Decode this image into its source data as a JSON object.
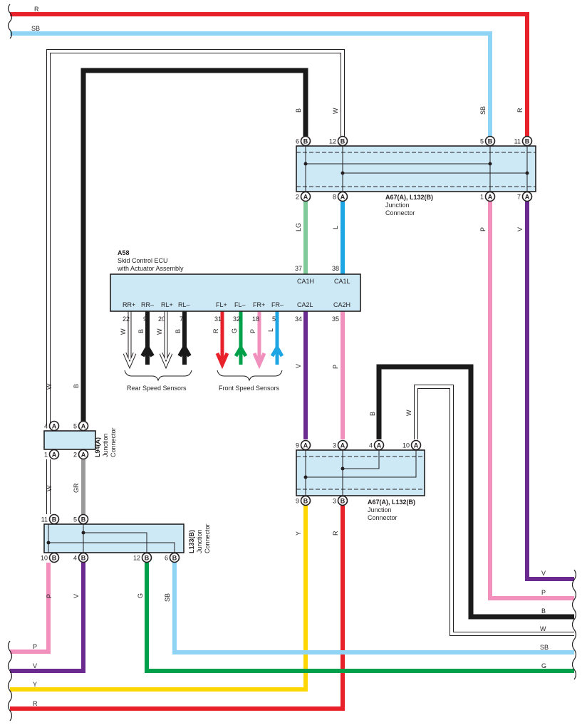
{
  "colors": {
    "R": "#e8202a",
    "SB": "#8fd4f4",
    "W": "#ffffff",
    "B": "#1a1a1a",
    "LG": "#7fc99a",
    "L": "#1ea6e4",
    "P": "#f18fbd",
    "V": "#6a2a90",
    "GR": "#9a9a9a",
    "Y": "#ffd600",
    "G": "#00a04a",
    "connector_fill": "#cde9f6",
    "outline": "#231f20"
  },
  "left_wires": {
    "top": [
      "R",
      "SB"
    ],
    "bottom": [
      "P",
      "V",
      "Y",
      "R"
    ]
  },
  "right_wires": [
    "V",
    "P",
    "B",
    "W",
    "SB",
    "G"
  ],
  "ecu": {
    "code": "A58",
    "line1": "Skid Control ECU",
    "line2": "with Actuator Assembly",
    "top_terminals": [
      {
        "name": "CA1H",
        "pin": "37"
      },
      {
        "name": "CA1L",
        "pin": "38"
      }
    ],
    "bottom_terminals": [
      {
        "name": "RR+",
        "pin": "22",
        "color": "W"
      },
      {
        "name": "RR–",
        "pin": "9",
        "color": "B"
      },
      {
        "name": "RL+",
        "pin": "20",
        "color": "W"
      },
      {
        "name": "RL–",
        "pin": "7",
        "color": "B"
      },
      {
        "name": "FL+",
        "pin": "31",
        "color": "R"
      },
      {
        "name": "FL–",
        "pin": "32",
        "color": "G"
      },
      {
        "name": "FR+",
        "pin": "18",
        "color": "P"
      },
      {
        "name": "FR–",
        "pin": "5",
        "color": "L"
      },
      {
        "name": "CA2L",
        "pin": "34",
        "color": "V"
      },
      {
        "name": "CA2H",
        "pin": "35",
        "color": "P"
      }
    ],
    "rear_label": "Rear Speed Sensors",
    "front_label": "Front Speed Sensors"
  },
  "jc_top": {
    "code": "A67(A), L132(B)",
    "line1": "Junction",
    "line2": "Connector",
    "top_pins": [
      {
        "pin": "6",
        "conn": "B",
        "color": "B"
      },
      {
        "pin": "12",
        "conn": "B",
        "color": "W"
      },
      {
        "pin": "5",
        "conn": "B",
        "color": "SB"
      },
      {
        "pin": "11",
        "conn": "B",
        "color": "R"
      }
    ],
    "bottom_pins": [
      {
        "pin": "2",
        "conn": "A",
        "color": "LG"
      },
      {
        "pin": "8",
        "conn": "A",
        "color": "L"
      },
      {
        "pin": "1",
        "conn": "A",
        "color": "P"
      },
      {
        "pin": "7",
        "conn": "A",
        "color": "V"
      }
    ]
  },
  "jc_mid": {
    "code": "A67(A), L132(B)",
    "line1": "Junction",
    "line2": "Connector",
    "top_pins": [
      {
        "pin": "9",
        "conn": "A"
      },
      {
        "pin": "3",
        "conn": "A"
      },
      {
        "pin": "4",
        "conn": "A",
        "color": "B"
      },
      {
        "pin": "10",
        "conn": "A",
        "color": "W"
      }
    ],
    "bottom_pins": [
      {
        "pin": "9",
        "conn": "B",
        "color": "Y"
      },
      {
        "pin": "3",
        "conn": "B",
        "color": "R"
      }
    ]
  },
  "jc_l94": {
    "code": "L94(A)",
    "line1": "Junction",
    "line2": "Connector",
    "top_pins": [
      {
        "pin": "4",
        "conn": "A",
        "color": "W"
      },
      {
        "pin": "5",
        "conn": "A",
        "color": "B"
      }
    ],
    "bottom_pins": [
      {
        "pin": "1",
        "conn": "A",
        "color": "W"
      },
      {
        "pin": "2",
        "conn": "A",
        "color": "GR"
      }
    ]
  },
  "jc_l133": {
    "code": "L133(B)",
    "line1": "Junction",
    "line2": "Connector",
    "top_pins": [
      {
        "pin": "11",
        "conn": "B"
      },
      {
        "pin": "5",
        "conn": "B"
      }
    ],
    "bottom_pins": [
      {
        "pin": "10",
        "conn": "B",
        "color": "P"
      },
      {
        "pin": "4",
        "conn": "B",
        "color": "V"
      },
      {
        "pin": "12",
        "conn": "B",
        "color": "G"
      },
      {
        "pin": "6",
        "conn": "B",
        "color": "SB"
      }
    ]
  }
}
